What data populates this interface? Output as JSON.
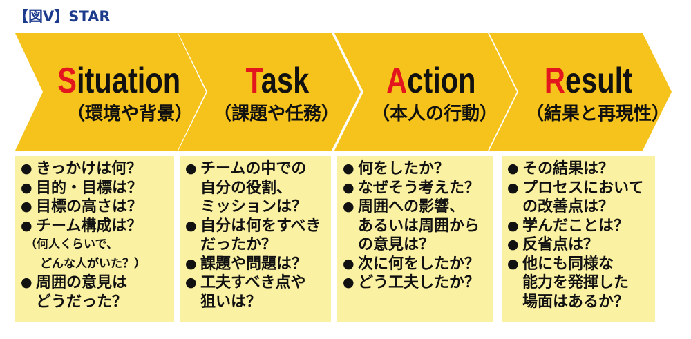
{
  "title": "【図V】STAR",
  "marker": "●",
  "colors": {
    "title": "#1d3b8d",
    "chevron": "#f5c31b",
    "box": "#faf1a2",
    "initial_letter": "#e3161d"
  },
  "steps": [
    {
      "heading": "Situation",
      "subtitle": "（環境や背景）",
      "bullets": [
        {
          "lines": [
            "きっかけは何？"
          ]
        },
        {
          "lines": [
            "目的・目標は？"
          ]
        },
        {
          "lines": [
            "目標の高さは？"
          ]
        },
        {
          "lines": [
            "チーム構成は？"
          ],
          "note": [
            "（何人くらいで、",
            "どんな人がいた？）"
          ]
        },
        {
          "lines": [
            "周囲の意見は",
            "どうだった？"
          ]
        }
      ]
    },
    {
      "heading": "Task",
      "subtitle": "（課題や任務）",
      "bullets": [
        {
          "lines": [
            "チームの中での",
            "自分の役割、",
            "ミッションは？"
          ]
        },
        {
          "lines": [
            "自分は何をすべき",
            "だったか？"
          ]
        },
        {
          "lines": [
            "課題や問題は？"
          ]
        },
        {
          "lines": [
            "工夫すべき点や",
            "狙いは？"
          ]
        }
      ]
    },
    {
      "heading": "Action",
      "subtitle": "（本人の行動）",
      "bullets": [
        {
          "lines": [
            "何をしたか？"
          ]
        },
        {
          "lines": [
            "なぜそう考えた？"
          ]
        },
        {
          "lines": [
            "周囲への影響、",
            "あるいは周囲から",
            "の意見は？"
          ]
        },
        {
          "lines": [
            "次に何をしたか？"
          ]
        },
        {
          "lines": [
            "どう工夫したか？"
          ]
        }
      ]
    },
    {
      "heading": "Result",
      "subtitle": "（結果と再現性）",
      "bullets": [
        {
          "lines": [
            "その結果は？"
          ]
        },
        {
          "lines": [
            "プロセスにおいて",
            "の改善点は？"
          ]
        },
        {
          "lines": [
            "学んだことは？"
          ]
        },
        {
          "lines": [
            "反省点は？"
          ]
        },
        {
          "lines": [
            "他にも同様な",
            "能力を発揮した",
            "場面はあるか？"
          ]
        }
      ]
    }
  ]
}
